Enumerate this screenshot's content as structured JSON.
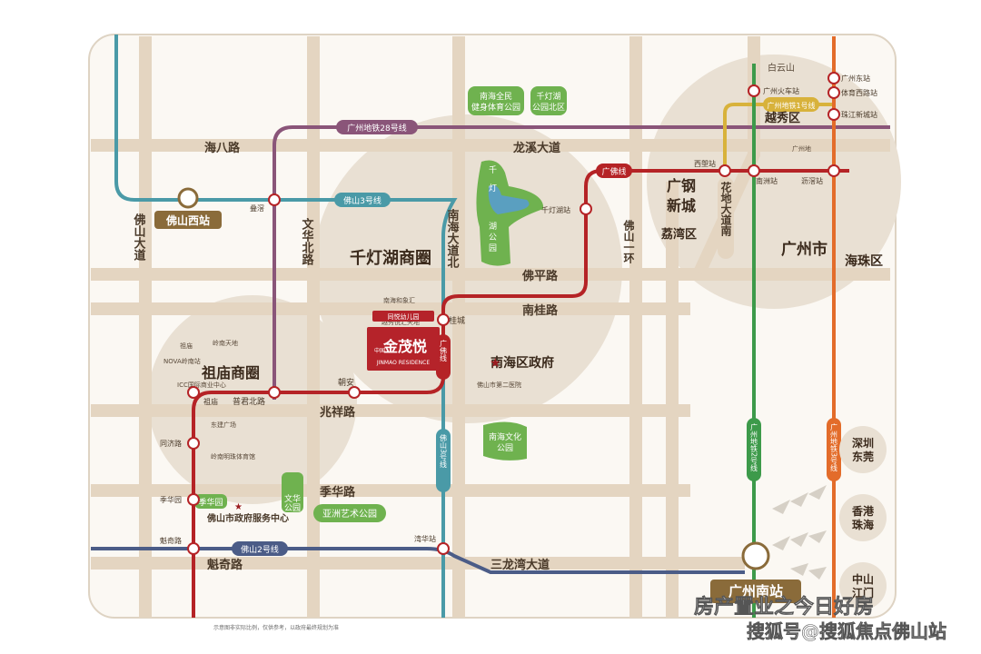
{
  "map": {
    "zones": {
      "qiandenghu": "千灯湖商圈",
      "zumiao": "祖庙商圈",
      "guanggang": "广钢新城",
      "guanggang_a": "广钢",
      "guanggang_b": "新城",
      "liwan": "荔湾区",
      "guangzhou": "广州市",
      "haizhu": "海珠区",
      "yuexiu": "越秀区",
      "baiyunshan": "白云山",
      "nanhai_gov": "南海区政府"
    },
    "roads": {
      "haiba": "海八路",
      "longxi": "龙溪大道",
      "foshan_da": "佛山大道",
      "wenhua_bei": "文华北路",
      "nanhai_da_bei": "南海大道北",
      "foping": "佛平路",
      "nangui": "南桂路",
      "zhaoxiang": "兆祥路",
      "jihua": "季华路",
      "kuiqi": "魁奇路",
      "sanlongwan": "三龙湾大道",
      "fuoshan_yihuan": "佛山一环",
      "huadi": "花地大道南"
    },
    "metro_lines": {
      "gz28": "广州地铁28号线",
      "fs3": "佛山3号线",
      "gf": "广佛线",
      "fs2": "佛山2号线",
      "gz1": "广州地铁1号线",
      "gz2": "广州地铁2号线",
      "gz3": "广州地铁3号线",
      "gz_short": "广州地"
    },
    "stations": {
      "foshan_west": "佛山西站",
      "gz_south": "广州南站",
      "diejiao": "叠滘",
      "qiandenghu": "千灯湖站",
      "guicheng": "桂城",
      "chaoan": "朝安",
      "zumiao": "祖庙",
      "puju": "普君北路",
      "tongji": "同济路",
      "jihua": "季华园",
      "kuiqi": "魁奇路",
      "wanhua": "湾华站",
      "xilang": "西塱站",
      "nanzhou": "南洲站",
      "lijiao": "沥滘站",
      "gz_huoche": "广州火车站",
      "gz_dong": "广州东站",
      "tiyu_xi": "体育西路站",
      "zhujiang_xin": "珠江新城站"
    },
    "parks": {
      "nanhai_fitness_a": "南海全民",
      "nanhai_fitness_b": "健身体育公园",
      "qdh_north_a": "千灯湖",
      "qdh_north_b": "公园北区",
      "qdh_park_1": "千",
      "qdh_park_2": "灯",
      "qdh_park_3": "湖",
      "qdh_park_4": "公",
      "qdh_park_5": "园",
      "nanhai_culture_a": "南海文化",
      "nanhai_culture_b": "公园",
      "wenhua_a": "文华",
      "wenhua_b": "公园",
      "yazhou": "亚洲艺术公园",
      "jihua_yuan": "季华园"
    },
    "pois": {
      "nanhai_heyu": "南海和象汇",
      "yuexiu_yue": "越秀悦汇天地",
      "lingnan": "岭南天地",
      "zumiao_poi": "祖庙",
      "nova": "NOVA岭南站",
      "icc": "ICC国际商业中心",
      "dongsheng": "东建广场",
      "lingnan_sport": "岭南明珠体育馆",
      "fs_hosp": "佛山市第二医院",
      "fs_gov": "佛山市政府服务中心"
    },
    "project": {
      "kindergarten": "同悦幼儿园",
      "name_cn": "金茂悦",
      "name_en": "JINMAO RESIDENCE",
      "brand": "中国"
    },
    "destinations": {
      "shenzhen_a": "深圳",
      "shenzhen_b": "东莞",
      "hk_a": "香港",
      "hk_b": "珠海",
      "zs_a": "中山",
      "zs_b": "江门"
    },
    "watermark": {
      "line1": "房产置业之今日好房",
      "line2": "搜狐号@搜狐焦点佛山站"
    },
    "footer": "示意图非实际比例，仅供参考，以政府最终规划为准"
  },
  "colors": {
    "road": "#e4d5c1",
    "zone": "#e9e0d3",
    "gf": "#b52326",
    "gz28": "#8a5579",
    "fs3": "#4a9aa7",
    "fs2": "#4b5c87",
    "gz3": "#e36c2a",
    "gz2": "#3d9a4a",
    "gz1": "#d8b23b",
    "park": "#6fb24f",
    "project": "#b5232a"
  }
}
